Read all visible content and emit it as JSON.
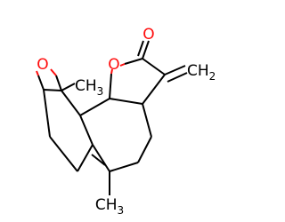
{
  "molecule": {
    "colors": {
      "bond": "#000000",
      "oxygen": "#ff0d0d",
      "background": "#ffffff"
    },
    "labels": {
      "epoxide_oxygen": "O",
      "lactone_ring_oxygen": "O",
      "carbonyl_oxygen": "O",
      "methyl_top": "CH",
      "methyl_top_sub": "3",
      "methyl_bottom": "CH",
      "methyl_bottom_sub": "3",
      "methylene": "CH",
      "methylene_sub": "2"
    }
  }
}
